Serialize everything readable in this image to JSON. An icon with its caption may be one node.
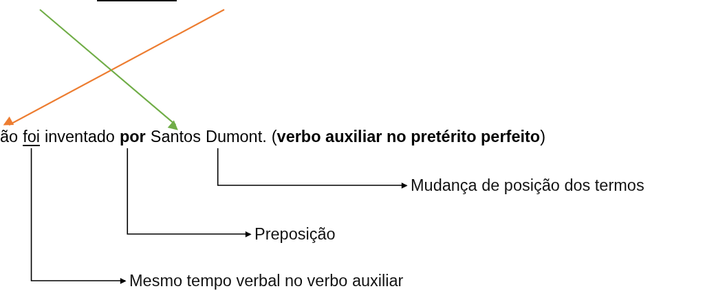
{
  "diagram": {
    "nodes": [
      {
        "text": [
          "ão"
        ]
      },
      {
        "text": [
          "foi"
        ]
      },
      {
        "text": [
          "**por**"
        ]
      },
      {
        "text": [
          "Santos"
        ]
      },
      {
        "text": [
          "Dumont."
        ]
      },
      {
        "text": [
          "Mudança de posição dos termos"
        ]
      },
      {
        "text": [
          "Preposição"
        ]
      },
      {
        "text": [
          "Mesmo tempo verbal no verbo auxiliar"
        ]
      }
    ],
    "edges": [
      {
        "from": null,
        "to": 0,
        "arrow": "to",
        "color": "#ed7d31"
      },
      {
        "from": null,
        "to": 3,
        "arrow": "to",
        "color": "#70ad47"
      },
      {
        "from": 4,
        "to": 5,
        "arrow": "to"
      },
      {
        "from": 2,
        "to": 6,
        "arrow": "to"
      },
      {
        "from": 1,
        "to": 7,
        "arrow": "to"
      }
    ],
    "labels": [
      "inventado",
      "(**verbo auxiliar no pretérito perfeito**)"
    ]
  }
}
